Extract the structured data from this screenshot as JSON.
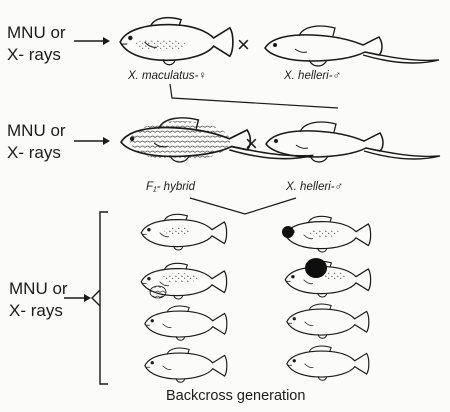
{
  "treatments": {
    "row1": "MNU or\nX- rays",
    "row2": "MNU or\nX- rays",
    "backcross": "MNU or\nX- rays"
  },
  "cross_symbol": "×",
  "labels": {
    "maculatus_female": "X. maculatus-♀",
    "helleri_male_1": "X. helleri-♂",
    "f1_hybrid": "F₁- hybrid",
    "helleri_male_2": "X. helleri-♂"
  },
  "caption": "Backcross generation"
}
